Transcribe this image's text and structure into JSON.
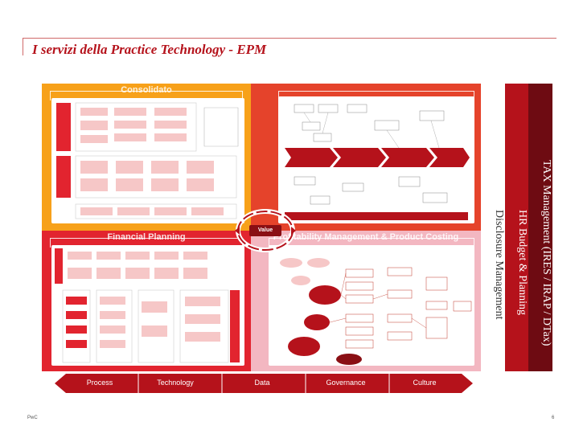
{
  "slide": {
    "title": "I servizi della Practice Technology - EPM",
    "footer_brand": "PwC",
    "page_number": "6"
  },
  "quadrants": {
    "consolidation": {
      "label": "Consolidato",
      "color": "#f7a11a"
    },
    "reporting": {
      "label": "",
      "color": "#e5432b"
    },
    "planning": {
      "label": "Financial Planning",
      "color": "#e2242f"
    },
    "profitability": {
      "label": "Profitability Management & Product Costing",
      "color": "#f3b7c1"
    }
  },
  "hub": {
    "label": "Value"
  },
  "side_bars": [
    {
      "label": "Disclosure Management",
      "color": "#ffffff"
    },
    {
      "label": "HR Budget & Planning",
      "color": "#b5121b"
    },
    {
      "label": "TAX Management (IRES / IRAP / DTax)",
      "color": "#6e0b12"
    }
  ],
  "enablers": [
    "Process",
    "Technology",
    "Data",
    "Governance",
    "Culture"
  ]
}
